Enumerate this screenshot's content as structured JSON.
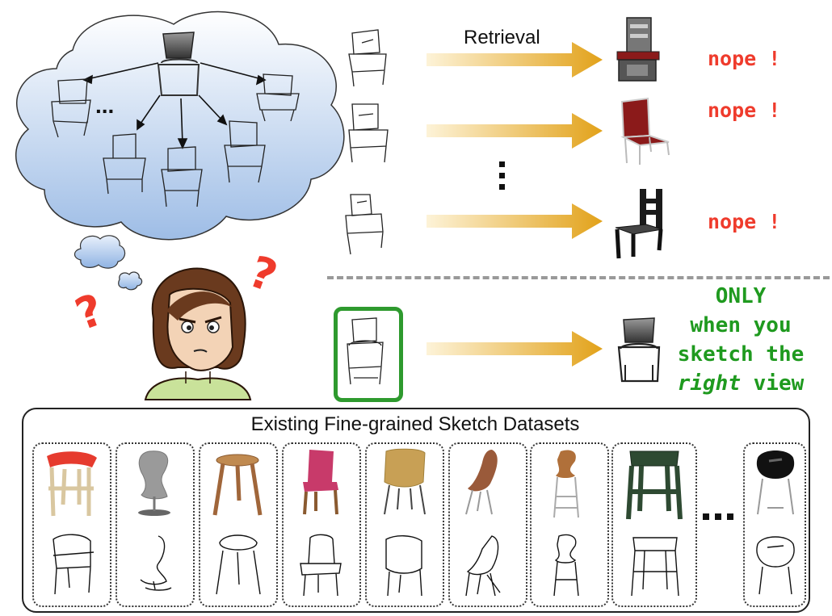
{
  "labels": {
    "retrieval": "Retrieval",
    "nope_1": "nope !",
    "nope_2": "nope !",
    "nope_3": "nope !",
    "only_line1": "ONLY",
    "only_line2": "when you",
    "only_line3": "sketch the",
    "only_line4_em": "right",
    "only_line4_rest": " view",
    "dataset_title": "Existing Fine-grained Sketch Datasets"
  },
  "colors": {
    "arrow_start": "#fdf3d8",
    "arrow_end": "#e2a21a",
    "nope": "#ef3b2c",
    "only": "#1f9a1f",
    "cloud_top": "#ffffff",
    "cloud_bottom": "#9ebde6",
    "question_mark": "#ef3b2c",
    "highlight_box": "#2e9a2e"
  },
  "dataset_chairs": [
    {
      "name": "red-shell-wooden-chair",
      "color": "#e63b2e"
    },
    {
      "name": "grey-panton-chair",
      "color": "#9a9a9a"
    },
    {
      "name": "wooden-stool",
      "color": "#a0663a"
    },
    {
      "name": "pink-upholstered-chair",
      "color": "#c83a6a"
    },
    {
      "name": "tan-shell-chair",
      "color": "#c8a055"
    },
    {
      "name": "brown-teardrop-chair",
      "color": "#9a5a3a"
    },
    {
      "name": "wooden-bar-stool",
      "color": "#b0703a"
    },
    {
      "name": "green-wicker-stool",
      "color": "#2e4a32"
    },
    {
      "name": "black-shell-chair",
      "color": "#111111"
    }
  ]
}
